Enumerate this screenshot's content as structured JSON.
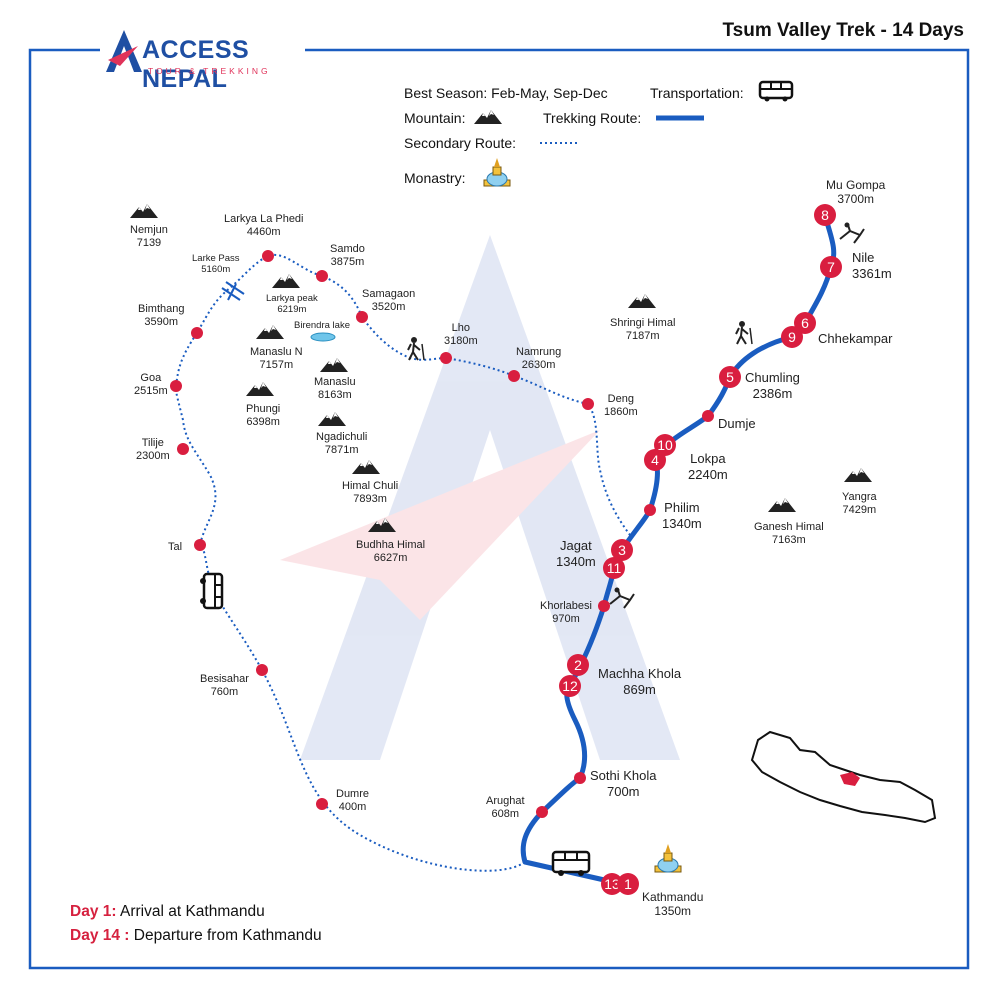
{
  "title": "Tsum Valley Trek - 14 Days",
  "brand": {
    "name": "ACCESS NEPAL",
    "tagline": "TOUR & TREKKING"
  },
  "legend": {
    "season": "Best Season: Feb-May, Sep-Dec",
    "transportation": "Transportation:",
    "mountain": "Mountain:",
    "trekking_route": "Trekking Route:",
    "secondary_route": "Secondary Route:",
    "monastery": "Monastry:"
  },
  "colors": {
    "route": "#1a5cc0",
    "stop": "#d91e3f",
    "frame": "#1a5cc0"
  },
  "places": {
    "mu_gompa": "Mu Gompa",
    "mu_gompa_alt": "3700m",
    "nile": "Nile",
    "nile_alt": "3361m",
    "chhekampar": "Chhekampar",
    "chumling": "Chumling",
    "chumling_alt": "2386m",
    "dumje": "Dumje",
    "lokpa": "Lokpa",
    "lokpa_alt": "2240m",
    "philim": "Philim",
    "philim_alt": "1340m",
    "jagat": "Jagat",
    "jagat_alt": "1340m",
    "khorlabesi": "Khorlabesi",
    "khorlabesi_alt": "970m",
    "machha_khola": "Machha Khola",
    "machha_khola_alt": "869m",
    "sothi_khola": "Sothi Khola",
    "sothi_khola_alt": "700m",
    "arughat": "Arughat",
    "arughat_alt": "608m",
    "kathmandu": "Kathmandu",
    "kathmandu_alt": "1350m",
    "deng": "Deng",
    "deng_alt": "1860m",
    "namrung": "Namrung",
    "namrung_alt": "2630m",
    "lho": "Lho",
    "lho_alt": "3180m",
    "samagaon": "Samagaon",
    "samagaon_alt": "3520m",
    "samdo": "Samdo",
    "samdo_alt": "3875m",
    "larkya_la_phedi": "Larkya La Phedi",
    "larkya_la_phedi_alt": "4460m",
    "larke_pass": "Larke Pass",
    "larke_pass_alt": "5160m",
    "bimthang": "Bimthang",
    "bimthang_alt": "3590m",
    "goa": "Goa",
    "goa_alt": "2515m",
    "tilije": "Tilije",
    "tilije_alt": "2300m",
    "tal": "Tal",
    "besisahar": "Besisahar",
    "besisahar_alt": "760m",
    "dumre": "Dumre",
    "dumre_alt": "400m",
    "birendra_lake": "Birendra lake"
  },
  "mountains": {
    "nemjun": "Nemjun",
    "nemjun_alt": "7139",
    "larkya_peak": "Larkya peak",
    "larkya_peak_alt": "6219m",
    "manaslu_n": "Manaslu N",
    "manaslu_n_alt": "7157m",
    "manaslu": "Manaslu",
    "manaslu_alt": "8163m",
    "phungi": "Phungi",
    "phungi_alt": "6398m",
    "ngadichuli": "Ngadichuli",
    "ngadichuli_alt": "7871m",
    "himal_chuli": "Himal Chuli",
    "himal_chuli_alt": "7893m",
    "budhha_himal": "Budhha Himal",
    "budhha_himal_alt": "6627m",
    "shringi_himal": "Shringi Himal",
    "shringi_himal_alt": "7187m",
    "ganesh_himal": "Ganesh Himal",
    "ganesh_himal_alt": "7163m",
    "yangra": "Yangra",
    "yangra_alt": "7429m"
  },
  "day_markers": [
    "8",
    "7",
    "6",
    "9",
    "5",
    "10",
    "4",
    "3",
    "11",
    "2",
    "12",
    "13",
    "1"
  ],
  "days_note": [
    {
      "label": "Day 1:",
      "text": " Arrival at Kathmandu"
    },
    {
      "label": "Day 14 :",
      "text": " Departure from Kathmandu"
    }
  ]
}
